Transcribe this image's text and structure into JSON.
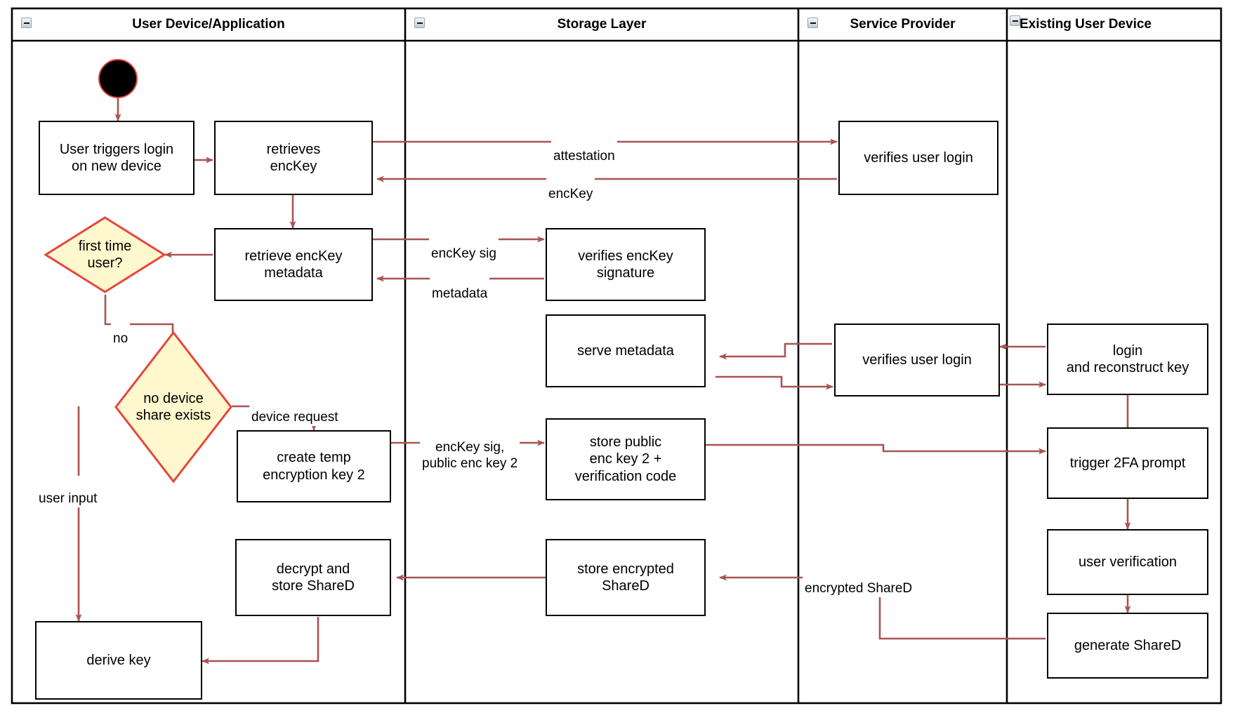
{
  "diagram": {
    "type": "uml-activity-swimlane",
    "colors": {
      "arrow": "#a85450",
      "decision_border": "#e8453c",
      "decision_fill": "#fff7cd",
      "node_border": "#000000",
      "node_fill": "#ffffff",
      "lane_border": "#000000",
      "start_fill": "#000000",
      "start_border": "#e8453c"
    },
    "lanes": [
      {
        "id": "lane-user-device",
        "title": "User Device/Application",
        "icon": "collapse-minus-icon"
      },
      {
        "id": "lane-storage",
        "title": "Storage Layer",
        "icon": "collapse-minus-icon"
      },
      {
        "id": "lane-service-provider",
        "title": "Service Provider",
        "icon": "collapse-minus-icon"
      },
      {
        "id": "lane-existing-device",
        "title": "Existing User Device",
        "icon": "collapse-minus-icon"
      }
    ],
    "start_node": {
      "name": "start-node"
    },
    "nodes": [
      {
        "id": "n-user-triggers-login",
        "lane": 0,
        "label": "User triggers login\non new device"
      },
      {
        "id": "n-retrieves-enckey",
        "lane": 0,
        "label": "retrieves\nencKey"
      },
      {
        "id": "n-retrieve-metadata",
        "lane": 0,
        "label": "retrieve encKey\nmetadata"
      },
      {
        "id": "n-create-temp-key",
        "lane": 0,
        "label": "create temp\nencryption key 2"
      },
      {
        "id": "n-decrypt-store-shared",
        "lane": 0,
        "label": "decrypt and\nstore ShareD"
      },
      {
        "id": "n-derive-key",
        "lane": 0,
        "label": "derive key"
      },
      {
        "id": "n-verifies-sig",
        "lane": 1,
        "label": "verifies encKey\nsignature"
      },
      {
        "id": "n-serve-metadata",
        "lane": 1,
        "label": "serve metadata"
      },
      {
        "id": "n-store-public-key",
        "lane": 1,
        "label": "store public\nenc key 2 +\nverification code"
      },
      {
        "id": "n-store-enc-shared",
        "lane": 1,
        "label": "store encrypted\nShareD"
      },
      {
        "id": "n-verifies-login-1",
        "lane": 2,
        "label": "verifies user login"
      },
      {
        "id": "n-verifies-login-2",
        "lane": 2,
        "label": "verifies user login"
      },
      {
        "id": "n-login-reconstruct",
        "lane": 3,
        "label": "login\nand reconstruct key"
      },
      {
        "id": "n-trigger-2fa",
        "lane": 3,
        "label": "trigger 2FA prompt"
      },
      {
        "id": "n-user-verification",
        "lane": 3,
        "label": "user verification"
      },
      {
        "id": "n-generate-shared",
        "lane": 3,
        "label": "generate ShareD"
      }
    ],
    "decisions": [
      {
        "id": "d-first-time-user",
        "lane": 0,
        "label": "first time\nuser?"
      },
      {
        "id": "d-no-device-share",
        "lane": 0,
        "label": "no device\nshare exists"
      }
    ],
    "edge_labels": [
      {
        "id": "lbl-attestation",
        "text": "attestation"
      },
      {
        "id": "lbl-enckey",
        "text": "encKey"
      },
      {
        "id": "lbl-enckey-sig",
        "text": "encKey sig"
      },
      {
        "id": "lbl-metadata",
        "text": "metadata"
      },
      {
        "id": "lbl-no",
        "text": "no"
      },
      {
        "id": "lbl-device-request",
        "text": "device request"
      },
      {
        "id": "lbl-user-input",
        "text": "user input"
      },
      {
        "id": "lbl-enckey-sig-pub",
        "text": "encKey sig,\npublic enc key 2"
      },
      {
        "id": "lbl-encrypted-shared",
        "text": "encrypted ShareD"
      }
    ],
    "edges": [
      {
        "from": "start-node",
        "to": "n-user-triggers-login",
        "label": ""
      },
      {
        "from": "n-user-triggers-login",
        "to": "n-retrieves-enckey",
        "label": ""
      },
      {
        "from": "n-retrieves-enckey",
        "to": "n-verifies-login-1",
        "label": "attestation"
      },
      {
        "from": "n-verifies-login-1",
        "to": "n-retrieves-enckey",
        "label": "encKey"
      },
      {
        "from": "n-retrieves-enckey",
        "to": "n-retrieve-metadata",
        "label": ""
      },
      {
        "from": "n-retrieve-metadata",
        "to": "n-verifies-sig",
        "label": "encKey sig"
      },
      {
        "from": "n-verifies-sig",
        "to": "n-retrieve-metadata",
        "label": "metadata"
      },
      {
        "from": "n-retrieve-metadata",
        "to": "d-first-time-user",
        "label": ""
      },
      {
        "from": "d-first-time-user",
        "to": "d-no-device-share",
        "label": "no"
      },
      {
        "from": "d-no-device-share",
        "to": "n-create-temp-key",
        "label": "device request"
      },
      {
        "from": "d-no-device-share",
        "to": "n-derive-key",
        "label": "user input"
      },
      {
        "from": "n-create-temp-key",
        "to": "n-store-public-key",
        "label": "encKey sig,\npublic enc key 2"
      },
      {
        "from": "n-store-public-key",
        "to": "n-trigger-2fa",
        "label": ""
      },
      {
        "from": "n-login-reconstruct",
        "to": "n-verifies-login-2",
        "label": ""
      },
      {
        "from": "n-verifies-login-2",
        "to": "n-serve-metadata",
        "label": ""
      },
      {
        "from": "n-serve-metadata",
        "to": "n-verifies-login-2",
        "label": ""
      },
      {
        "from": "n-verifies-login-2",
        "to": "n-login-reconstruct",
        "label": ""
      },
      {
        "from": "n-login-reconstruct",
        "to": "n-trigger-2fa",
        "label": ""
      },
      {
        "from": "n-trigger-2fa",
        "to": "n-user-verification",
        "label": ""
      },
      {
        "from": "n-user-verification",
        "to": "n-generate-shared",
        "label": ""
      },
      {
        "from": "n-generate-shared",
        "to": "n-store-enc-shared",
        "label": "encrypted ShareD"
      },
      {
        "from": "n-store-enc-shared",
        "to": "n-decrypt-store-shared",
        "label": ""
      },
      {
        "from": "n-decrypt-store-shared",
        "to": "n-derive-key",
        "label": ""
      }
    ]
  }
}
